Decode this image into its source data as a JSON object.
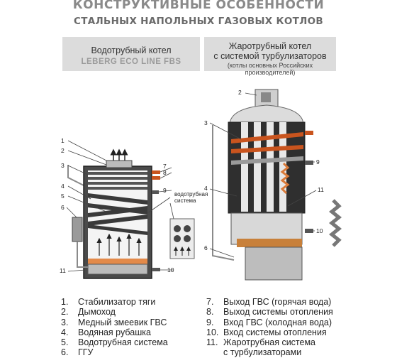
{
  "title": {
    "line1": "КОНСТРУКТИВНЫЕ ОСОБЕННОСТИ",
    "line2": "СТАЛЬНЫХ НАПОЛЬНЫХ ГАЗОВЫХ КОТЛОВ"
  },
  "left_panel": {
    "heading": "Водотрубный котел",
    "subheading": "LEBERG ECO LINE FBS"
  },
  "right_panel": {
    "heading_line1": "Жаротрубный котел",
    "heading_line2": "с системой турбулизаторов",
    "note": "(котлы основных Российских производителей)"
  },
  "callout": {
    "line1": "водотрубная",
    "line2": "система"
  },
  "left_labels": [
    "1",
    "2",
    "3",
    "4",
    "5",
    "6",
    "7",
    "8",
    "9",
    "10",
    "11"
  ],
  "right_labels": [
    "2",
    "3",
    "4",
    "6",
    "9",
    "10",
    "11"
  ],
  "legend_left": [
    {
      "num": "1.",
      "text": "Стабилизатор тяги"
    },
    {
      "num": "2.",
      "text": "Дымоход"
    },
    {
      "num": "3.",
      "text": "Медный змеевик ГВС"
    },
    {
      "num": "4.",
      "text": "Водяная рубашка"
    },
    {
      "num": "5.",
      "text": "Водотрубная система"
    },
    {
      "num": "6.",
      "text": "ГГУ"
    }
  ],
  "legend_right": [
    {
      "num": "7.",
      "text": "Выход ГВС (горячая вода)"
    },
    {
      "num": "8.",
      "text": "Выход системы отопления"
    },
    {
      "num": "9.",
      "text": "Вход ГВС (холодная вода)"
    },
    {
      "num": "10.",
      "text": "Вход системы отопления"
    },
    {
      "num": "11.",
      "text": "Жаротрубная система"
    }
  ],
  "legend_right_continuation": "с турбулизаторами",
  "colors": {
    "panel_bg": "#dcdcdc",
    "boiler_dark": "#2f2f2f",
    "pipe_orange": "#c9541e",
    "pipe_grey": "#8a8a8a",
    "title_grey": "#8a8a8a"
  }
}
